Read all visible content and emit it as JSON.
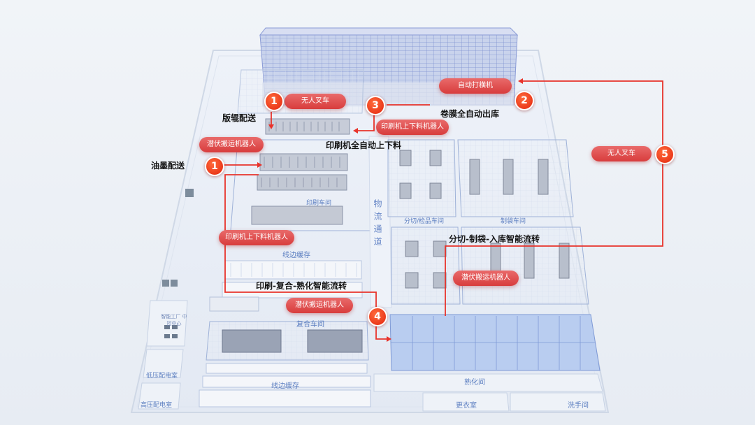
{
  "pills": {
    "forklift_top": "无人叉车",
    "auto_wrap": "自动打横机",
    "printer_loader_top": "印刷机上下料机器人",
    "agv_top": "潜伏搬运机器人",
    "forklift_right": "无人叉车",
    "printer_loader_mid": "印刷机上下料机器人",
    "agv_right": "潜伏搬运机器人",
    "agv_bottom": "潜伏搬运机器人"
  },
  "steps": {
    "s1a": "1",
    "s1b": "1",
    "s2": "2",
    "s3": "3",
    "s4": "4",
    "s5": "5"
  },
  "captions": {
    "plate_roll": "版辊配送",
    "ink": "油墨配送",
    "film_out": "卷膜全自动出库",
    "printer_load": "印刷机全自动上下料",
    "slit_flow": "分切-制袋-入库智能流转",
    "print_flow": "印刷-复合-熟化智能流转"
  },
  "zones": {
    "logistics": "物流通道",
    "slitting": "分切/检品车间",
    "bagging": "制袋车间",
    "printing": "印刷车间",
    "buffer_top": "线边缓存",
    "laminating": "复合车间",
    "buffer_bottom": "线边缓存",
    "curing": "熟化间",
    "locker": "更衣室",
    "washroom": "洗手间",
    "low_voltage": "低压配电室",
    "high_voltage": "高压配电室",
    "smart_center": "智能工厂 中控中心"
  },
  "colors": {
    "flow": "#e8332b",
    "pill": "#d83d3d",
    "zone_text": "#5a7dc0"
  }
}
